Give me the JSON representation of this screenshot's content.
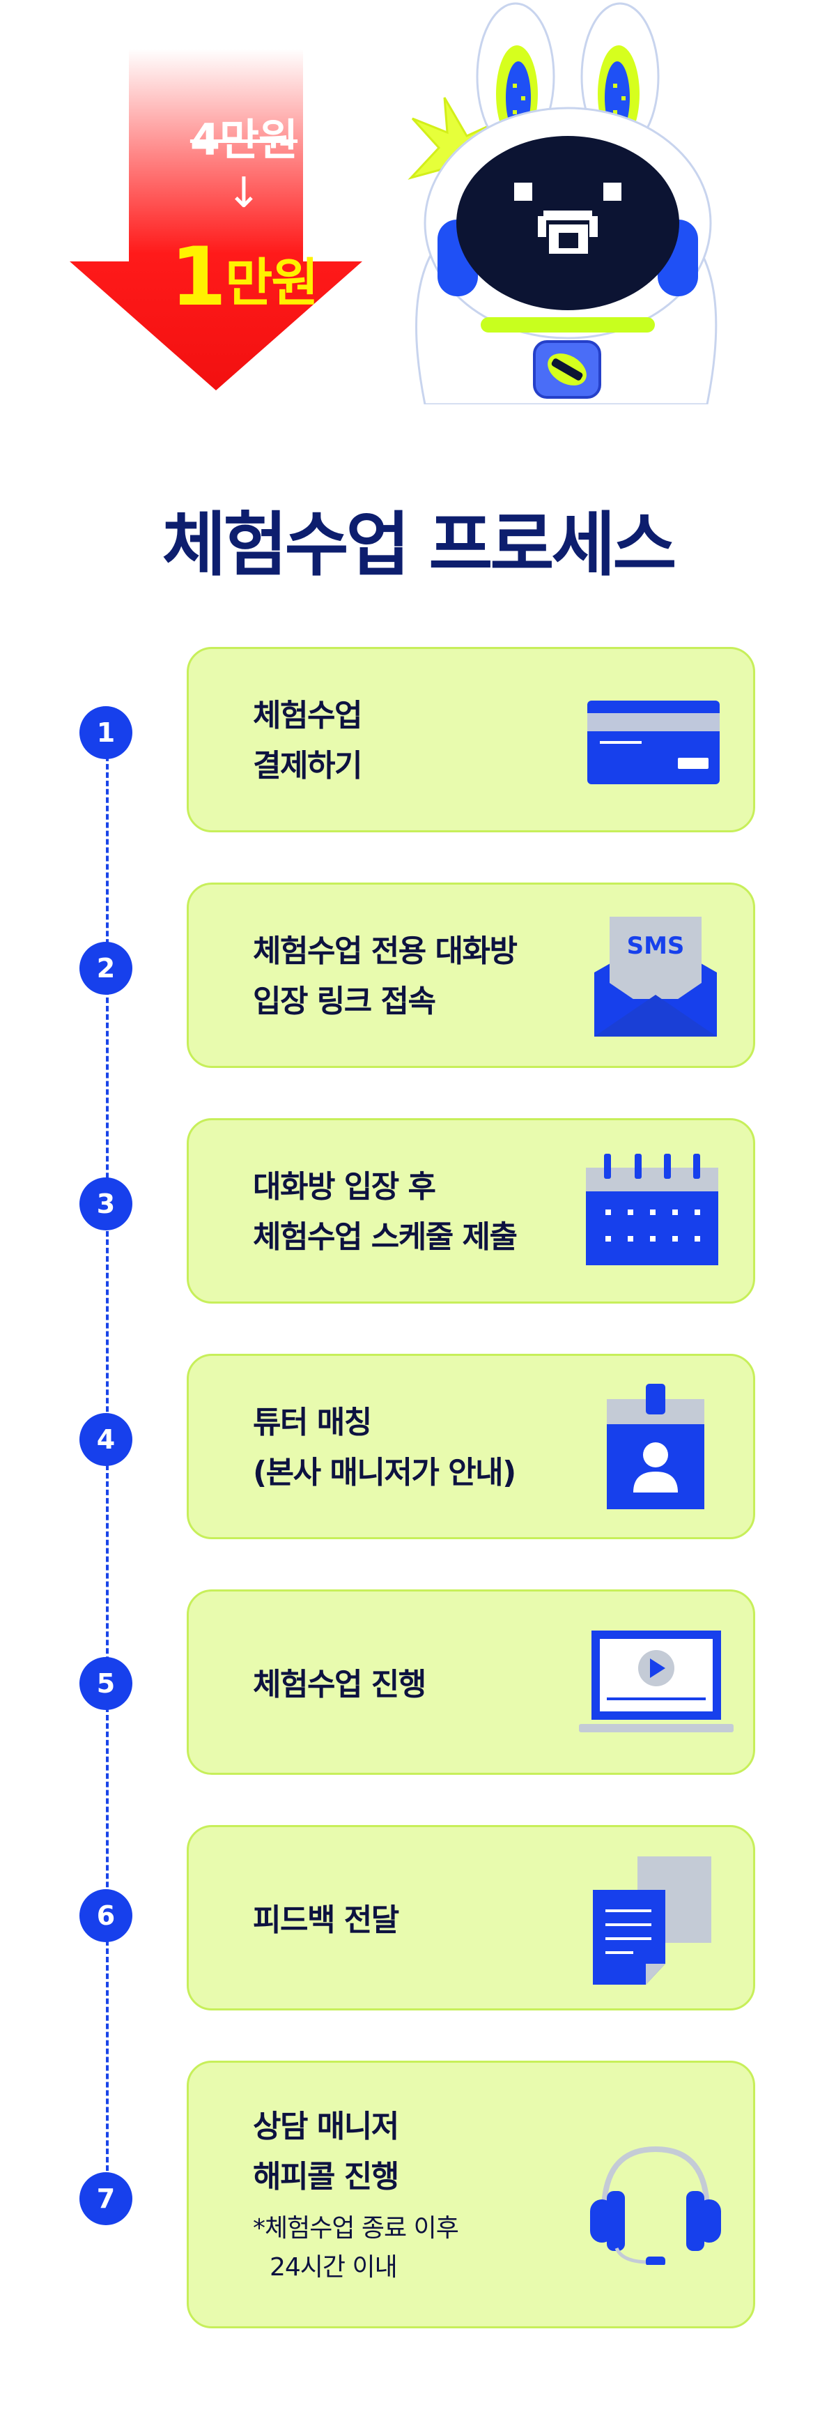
{
  "hero": {
    "price_old": "4만원",
    "price_arrow": "↓",
    "price_new_number": "1",
    "price_new_unit": "만원"
  },
  "title": "체험수업 프로세스",
  "steps": [
    {
      "number": "1",
      "lines": [
        "체험수업",
        "결제하기"
      ],
      "icon": "credit-card-icon"
    },
    {
      "number": "2",
      "lines": [
        "체험수업 전용 대화방",
        "입장 링크 접속"
      ],
      "icon": "sms-envelope-icon",
      "icon_label": "SMS"
    },
    {
      "number": "3",
      "lines": [
        "대화방 입장 후",
        "체험수업 스케줄 제출"
      ],
      "icon": "calendar-icon"
    },
    {
      "number": "4",
      "lines": [
        "튜터 매칭",
        "(본사 매니저가 안내)"
      ],
      "icon": "id-badge-icon"
    },
    {
      "number": "5",
      "lines": [
        "체험수업 진행"
      ],
      "icon": "laptop-video-icon"
    },
    {
      "number": "6",
      "lines": [
        "피드백 전달"
      ],
      "icon": "documents-icon"
    },
    {
      "number": "7",
      "lines": [
        "상담 매니저",
        "해피콜 진행"
      ],
      "note": [
        "*체험수업 종료 이후",
        "24시간 이내"
      ],
      "icon": "headset-icon"
    }
  ],
  "colors": {
    "brand_blue": "#1740ec",
    "title_navy": "#0d1e6e",
    "card_fill": "#e8fbae",
    "card_border": "#c7ef5a",
    "price_red": "#ff1a1a",
    "price_yellow": "#fff200"
  }
}
